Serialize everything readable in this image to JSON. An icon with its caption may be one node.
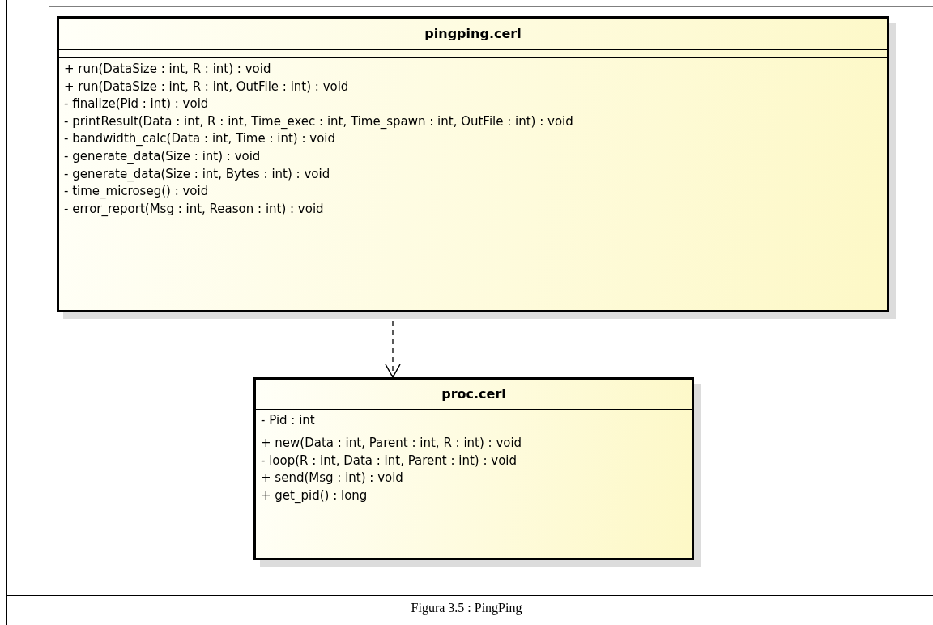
{
  "diagram": {
    "caption": "Figura 3.5 : PingPing",
    "nodes": [
      {
        "text": [
          "pingping.cerl",
          "+ run(DataSize : int, R : int) : void",
          "+ run(DataSize : int, R : int, OutFile : int) : void",
          "- finalize(Pid : int) : void",
          "- printResult(Data : int, R : int, Time_exec : int, Time_spawn : int, OutFile : int) : void",
          "- bandwidth_calc(Data : int, Time : int) : void",
          "- generate_data(Size : int) : void",
          "- generate_data(Size : int, Bytes : int) : void",
          "- time_microseg() : void",
          "- error_report(Msg : int, Reason : int) : void"
        ]
      },
      {
        "text": [
          "proc.cerl",
          "- Pid : int",
          "+ new(Data : int, Parent : int, R : int) : void",
          "- loop(R : int, Data : int, Parent : int) : void",
          "+ send(Msg : int) : void",
          "+ get_pid() : long"
        ]
      }
    ],
    "edges": [
      {
        "from": 0,
        "to": 1,
        "arrow": "to",
        "style": "dashed"
      }
    ]
  }
}
